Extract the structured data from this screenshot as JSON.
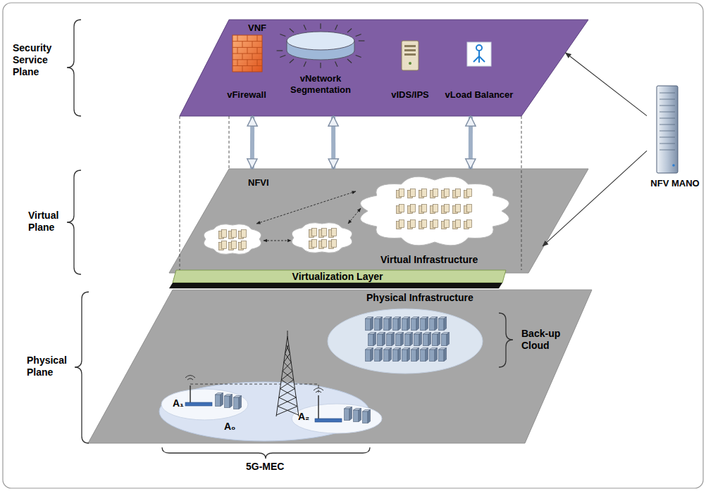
{
  "diagram": {
    "nodes": [
      {
        "text": [
          "VNF"
        ]
      },
      {
        "text": [
          "vFirewall"
        ],
        "in": 0
      },
      {
        "text": [
          "vNetwork Segmentation"
        ],
        "in": 0
      },
      {
        "text": [
          "vIDS/IPS"
        ],
        "in": 0
      },
      {
        "text": [
          "vLoad Balancer"
        ],
        "in": 0
      },
      {
        "text": [
          "NFVI"
        ]
      },
      {
        "text": [
          "Virtualization Layer"
        ]
      },
      {
        "text": [
          "Physical Infrastructure"
        ]
      },
      {
        "text": [
          "A₀"
        ],
        "in": 7
      },
      {
        "text": [
          "A₁"
        ],
        "in": 8
      },
      {
        "text": [
          "A₂"
        ],
        "in": 8
      },
      {
        "text": [
          "NFV MANO"
        ]
      }
    ],
    "edges": [
      {
        "from": 11,
        "to": 0,
        "arrow": "to"
      },
      {
        "from": 11,
        "to": 5,
        "arrow": "to"
      },
      {
        "from": 0,
        "to": 5,
        "arrow": "both"
      },
      {
        "from": 0,
        "to": 5,
        "arrow": "both"
      },
      {
        "from": 0,
        "to": 5,
        "arrow": "both"
      }
    ],
    "labels": [
      "Security Service Plane",
      "Virtual Plane",
      "Physical Plane",
      "Virtual Infrastructure",
      "Back-up Cloud",
      "5G-MEC"
    ]
  }
}
